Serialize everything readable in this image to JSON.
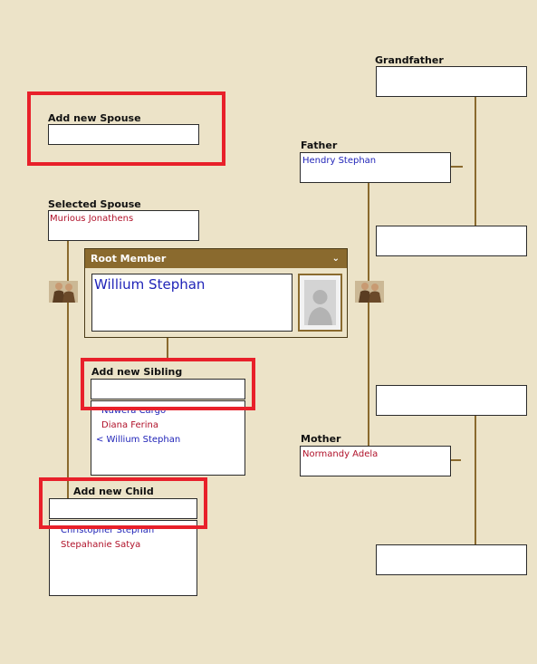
{
  "grandfather": {
    "label": "Grandfather",
    "value": ""
  },
  "grandmother_paternal": {
    "value": ""
  },
  "father": {
    "label": "Father",
    "value": "Hendry Stephan"
  },
  "maternal_grandfather": {
    "value": ""
  },
  "maternal_grandmother": {
    "value": ""
  },
  "mother": {
    "label": "Mother",
    "value": "Normandy Adela"
  },
  "add_spouse": {
    "label": "Add new Spouse",
    "value": ""
  },
  "selected_spouse": {
    "label": "Selected Spouse",
    "value": "Murious Jonathens"
  },
  "root": {
    "header": "Root Member",
    "chevron": "⌄",
    "name": "Willium Stephan"
  },
  "add_sibling": {
    "label": "Add new Sibling",
    "value": "",
    "list": [
      "Nuwera Cargo",
      "Diana Ferina",
      "< Willium Stephan"
    ]
  },
  "add_child": {
    "label": "Add new Child",
    "value": "",
    "list": [
      "Christopher Stephan",
      "Stepahanie Satya"
    ]
  },
  "colors": {
    "background": "#ece3c8",
    "accent": "#8a6a2e",
    "highlight": "#e8202a",
    "female_name": "#b0122a",
    "male_name": "#2024b8"
  }
}
